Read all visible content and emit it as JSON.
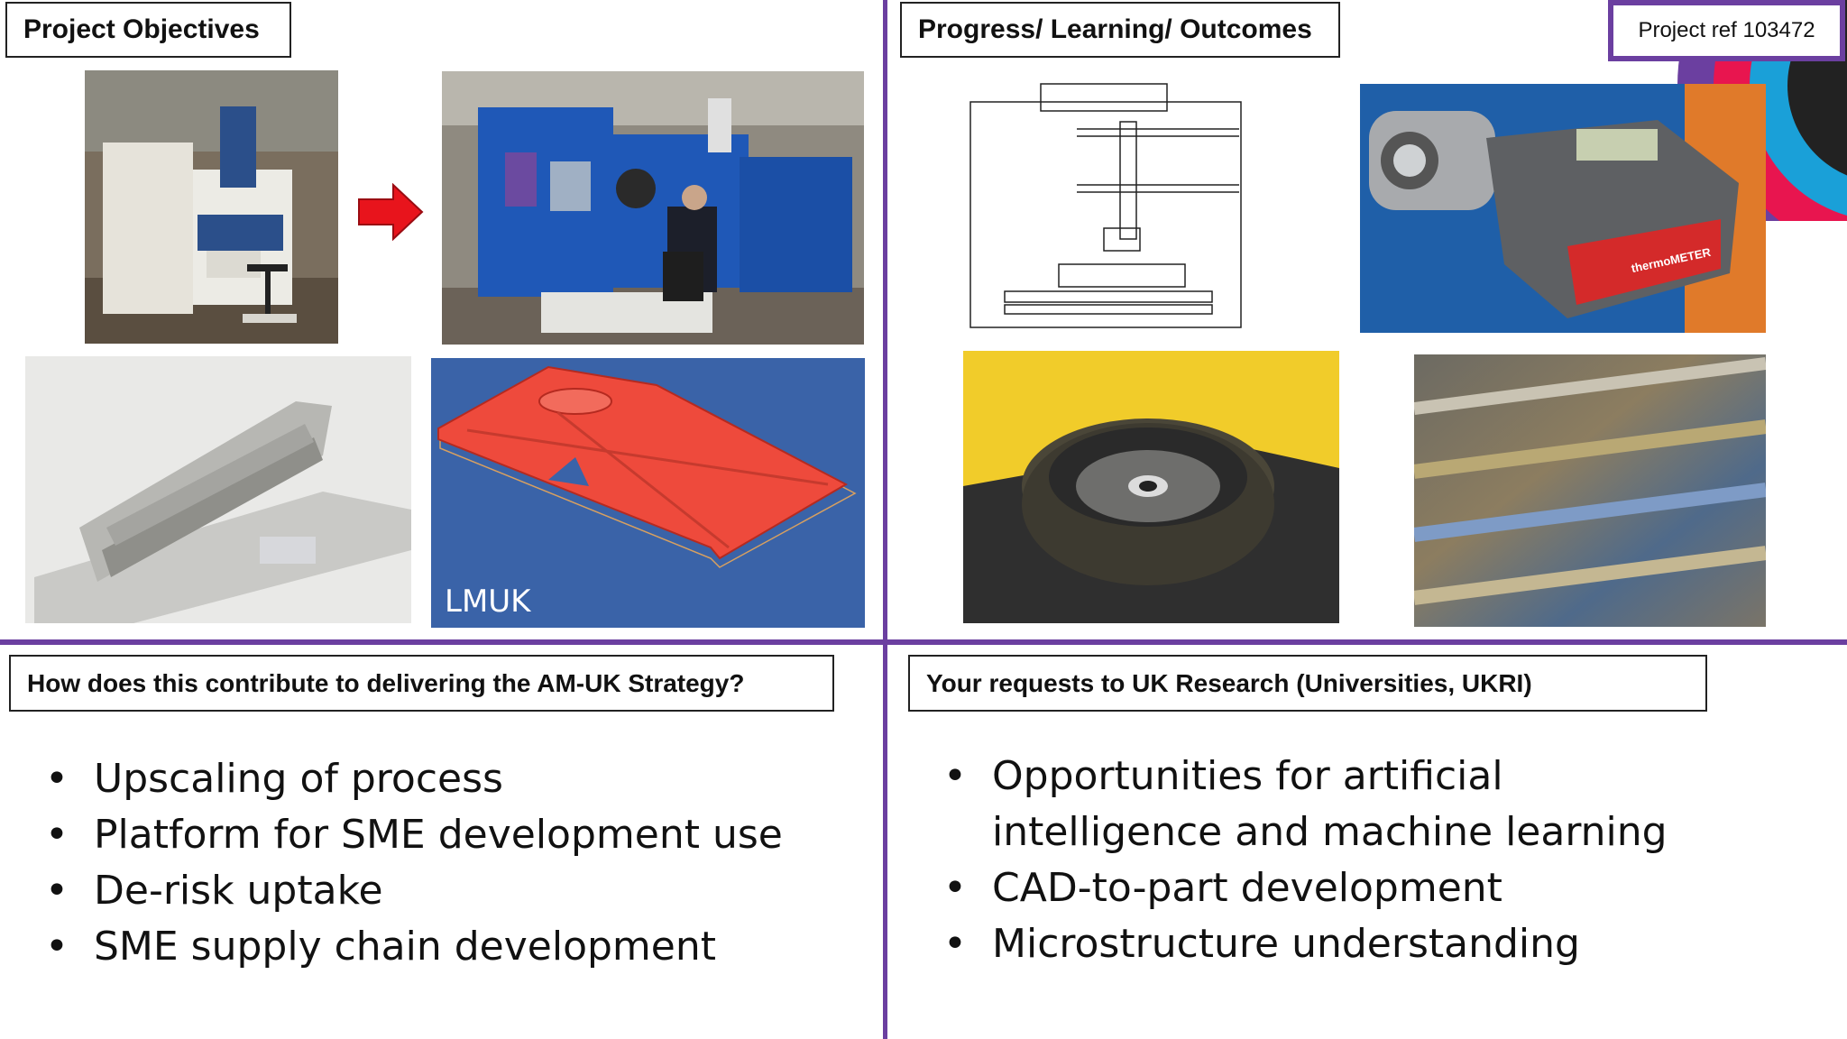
{
  "quadrants": {
    "top_left": {
      "label": "Project Objectives",
      "image_caption": "LMUK"
    },
    "top_right": {
      "label": "Progress/ Learning/ Outcomes",
      "project_ref": "Project ref 103472",
      "sensor_brand": "thermoMETER"
    },
    "bottom_left": {
      "label": "How does this contribute to delivering the AM-UK Strategy?",
      "bullets": [
        "Upscaling of process",
        "Platform for SME development use",
        "De-risk uptake",
        "SME supply chain development"
      ]
    },
    "bottom_right": {
      "label": "Your requests to UK Research (Universities, UKRI)",
      "bullets": [
        "Opportunities for artificial intelligence and machine learning",
        "CAD-to-part development",
        "Microstructure understanding"
      ]
    }
  },
  "colors": {
    "divider": "#6b3fa0",
    "arrow": "#e8141c",
    "cad_background": "#3a63a8",
    "cad_part": "#ee4a3c"
  },
  "icons": [
    "right-arrow-icon"
  ]
}
